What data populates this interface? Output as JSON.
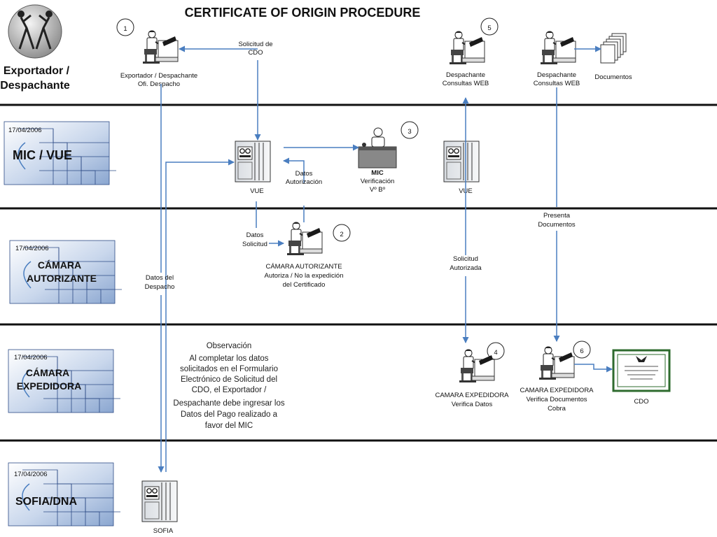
{
  "title": "CERTIFICATE OF ORIGIN PROCEDURE",
  "lanes": [
    {
      "name": "Exportador / Despachante",
      "line1": "Exportador /",
      "line2": "Despachante"
    },
    {
      "name": "MIC / VUE",
      "date": "17/04/2006",
      "label": "MIC / VUE"
    },
    {
      "name": "CÁMARA AUTORIZANTE",
      "date": "17/04/2006",
      "line1": "CÁMARA",
      "line2": "AUTORIZANTE"
    },
    {
      "name": "CÁMARA EXPEDIDORA",
      "date": "17/04/2006",
      "line1": "CÁMARA",
      "line2": "EXPEDIDORA"
    },
    {
      "name": "SOFIA/DNA",
      "date": "17/04/2006",
      "label": "SOFIA/DNA"
    }
  ],
  "steps": [
    "1",
    "2",
    "3",
    "4",
    "5",
    "6"
  ],
  "nodes": {
    "exportador": {
      "line1": "Exportador / Despachante",
      "line2": "Ofi. Despacho"
    },
    "despachante_web_a": {
      "line1": "Despachante",
      "line2": "Consultas WEB"
    },
    "despachante_web_b": {
      "line1": "Despachante",
      "line2": "Consultas WEB"
    },
    "documentos": "Documentos",
    "vue_a": "VUE",
    "vue_b": "VUE",
    "mic": {
      "line1": "MIC",
      "line2": "Verificación",
      "line3": "Vº Bº"
    },
    "camara_autorizante": {
      "line1": "CÁMARA AUTORIZANTE",
      "line2": "Autoriza / No la expedición",
      "line3": "del Certificado"
    },
    "camara_expedidora_a": {
      "line1": "CAMARA EXPEDIDORA",
      "line2": "Verifica Datos"
    },
    "camara_expedidora_b": {
      "line1": "CAMARA EXPEDIDORA",
      "line2": "Verifica Documentos",
      "line3": "Cobra"
    },
    "cdo": "CDO",
    "sofia": "SOFIA"
  },
  "edge_labels": {
    "solicitud_cdo": {
      "line1": "Solicitud de",
      "line2": "CDO"
    },
    "datos_autorizacion": {
      "line1": "Datos",
      "line2": "Autorización"
    },
    "datos_solicitud": {
      "line1": "Datos",
      "line2": "Solicitud"
    },
    "datos_despacho": {
      "line1": "Datos del",
      "line2": "Despacho"
    },
    "solicitud_autorizada": {
      "line1": "Solicitud",
      "line2": "Autorizada"
    },
    "presenta_documentos": {
      "line1": "Presenta",
      "line2": "Documentos"
    }
  },
  "observation": {
    "title": "Observación",
    "lines": [
      "Al completar los datos",
      "solicitados en el Formulario",
      "Electrónico de Solicitud del",
      "CDO, el Exportador /",
      "Despachante debe ingresar los",
      "Datos del Pago realizado a",
      "favor del MIC"
    ]
  },
  "colors": {
    "arrow": "#4a7ec0",
    "lane_line": "#111111",
    "lane_grid": "#2d4b86",
    "cdo_border": "#2e6b2e"
  }
}
